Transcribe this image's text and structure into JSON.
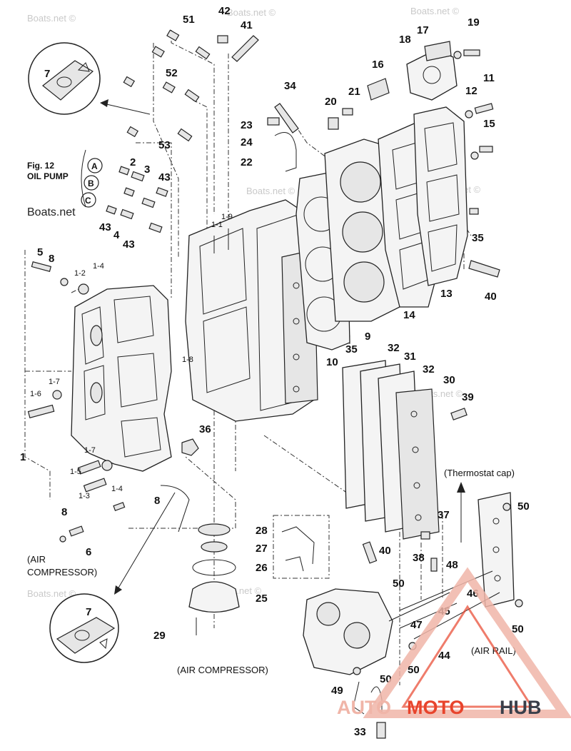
{
  "diagram": {
    "figure_title": "Fig. 12",
    "figure_subtitle": "OIL PUMP",
    "oil_pump_markers": [
      "A",
      "B",
      "C"
    ],
    "captions": {
      "thermostat_cap": "(Thermostat cap)",
      "air_compressor_left_1": "(AIR",
      "air_compressor_left_2": "COMPRESSOR)",
      "air_compressor_bottom": "(AIR COMPRESSOR)",
      "air_rail": "(AIR RAIL)"
    },
    "watermarks": [
      "Boats.net ©",
      "Boats.net ©",
      "Boats.net ©",
      "Boats.net ©",
      "Boats.net ©",
      "Boats.net ©",
      "Boats.net ©",
      "Boats.net ©"
    ],
    "source_mark": "Boats.net",
    "inset_callout_number": "7",
    "part_labels": [
      "51",
      "42",
      "41",
      "52",
      "53",
      "34",
      "23",
      "24",
      "22",
      "21",
      "20",
      "16",
      "18",
      "17",
      "19",
      "12",
      "11",
      "15",
      "2",
      "3",
      "43",
      "43",
      "4",
      "43",
      "5",
      "8",
      "1-2",
      "1-4",
      "1-1",
      "1-9",
      "1-8",
      "35",
      "40",
      "13",
      "14",
      "9",
      "35",
      "10",
      "32",
      "31",
      "32",
      "30",
      "39",
      "1-7",
      "1-6",
      "36",
      "1",
      "1-7",
      "1-5",
      "1-4",
      "1-3",
      "8",
      "8",
      "6",
      "28",
      "27",
      "26",
      "25",
      "29",
      "37",
      "38",
      "40",
      "48",
      "50",
      "50",
      "46",
      "45",
      "47",
      "44",
      "50",
      "50",
      "50",
      "49",
      "33"
    ]
  },
  "branding": {
    "logo_part_1": "AUTO",
    "logo_part_2": "MOTO",
    "logo_part_3": "HUB",
    "primary_color": "#e8442c",
    "secondary_color": "#3a3f4a",
    "accent_color": "#f0b5a8"
  }
}
